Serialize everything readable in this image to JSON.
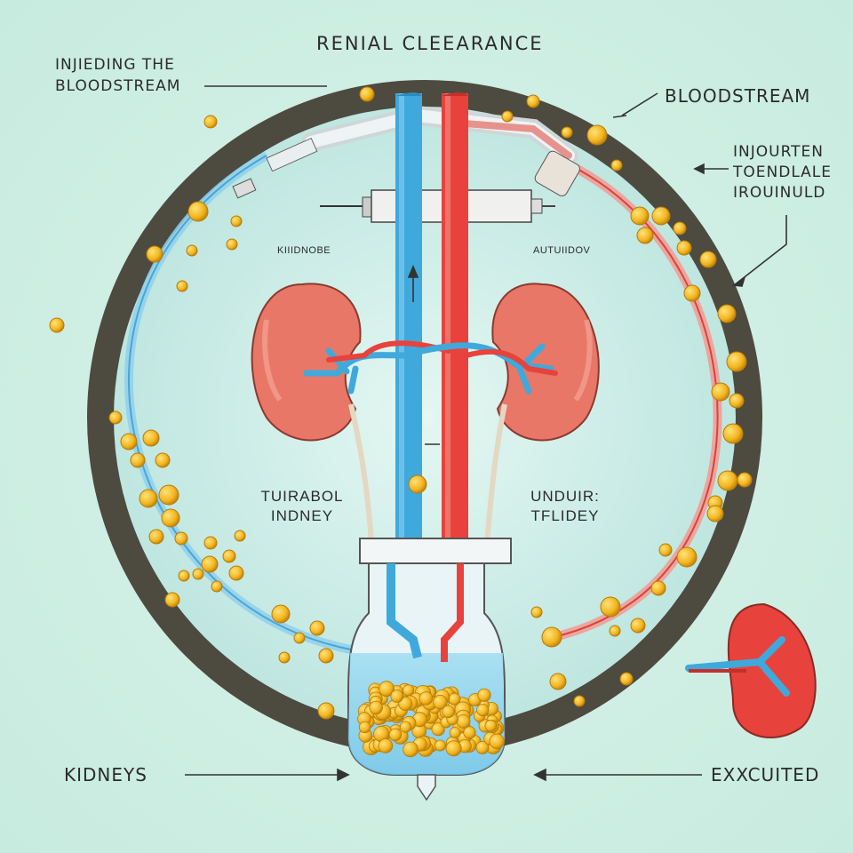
{
  "diagram": {
    "title": "RENIAL CLEEARANCE",
    "labels": {
      "injecting": [
        "INJIEDING THE",
        "BLOODSTREAM"
      ],
      "bloodstream": "BLOODSTREAM",
      "injourten": [
        "INJOURTEN",
        "TOENDLALE",
        "IROUINULD"
      ],
      "left_kidney_small": "KIIIDNOBE",
      "right_kidney_small": "AUTUIIDOV",
      "left_kidney_mid": [
        "TUIRABOL",
        "INDNEY"
      ],
      "right_kidney_mid": [
        "UNDUIR:",
        "TFLIDEY"
      ],
      "kidneys": "KIDNEYS",
      "excreted": "EXXCUITED"
    },
    "colors": {
      "artery": "#e8423c",
      "vein": "#3fa9dc",
      "kidney": "#e87767",
      "particle": "#f2b51f",
      "ring": "#4d4a3f",
      "background": "#cdeee2"
    },
    "icons": [
      "syringe-icon",
      "kidney-icon",
      "jar-icon",
      "particle-icon",
      "arrow-icon"
    ]
  }
}
